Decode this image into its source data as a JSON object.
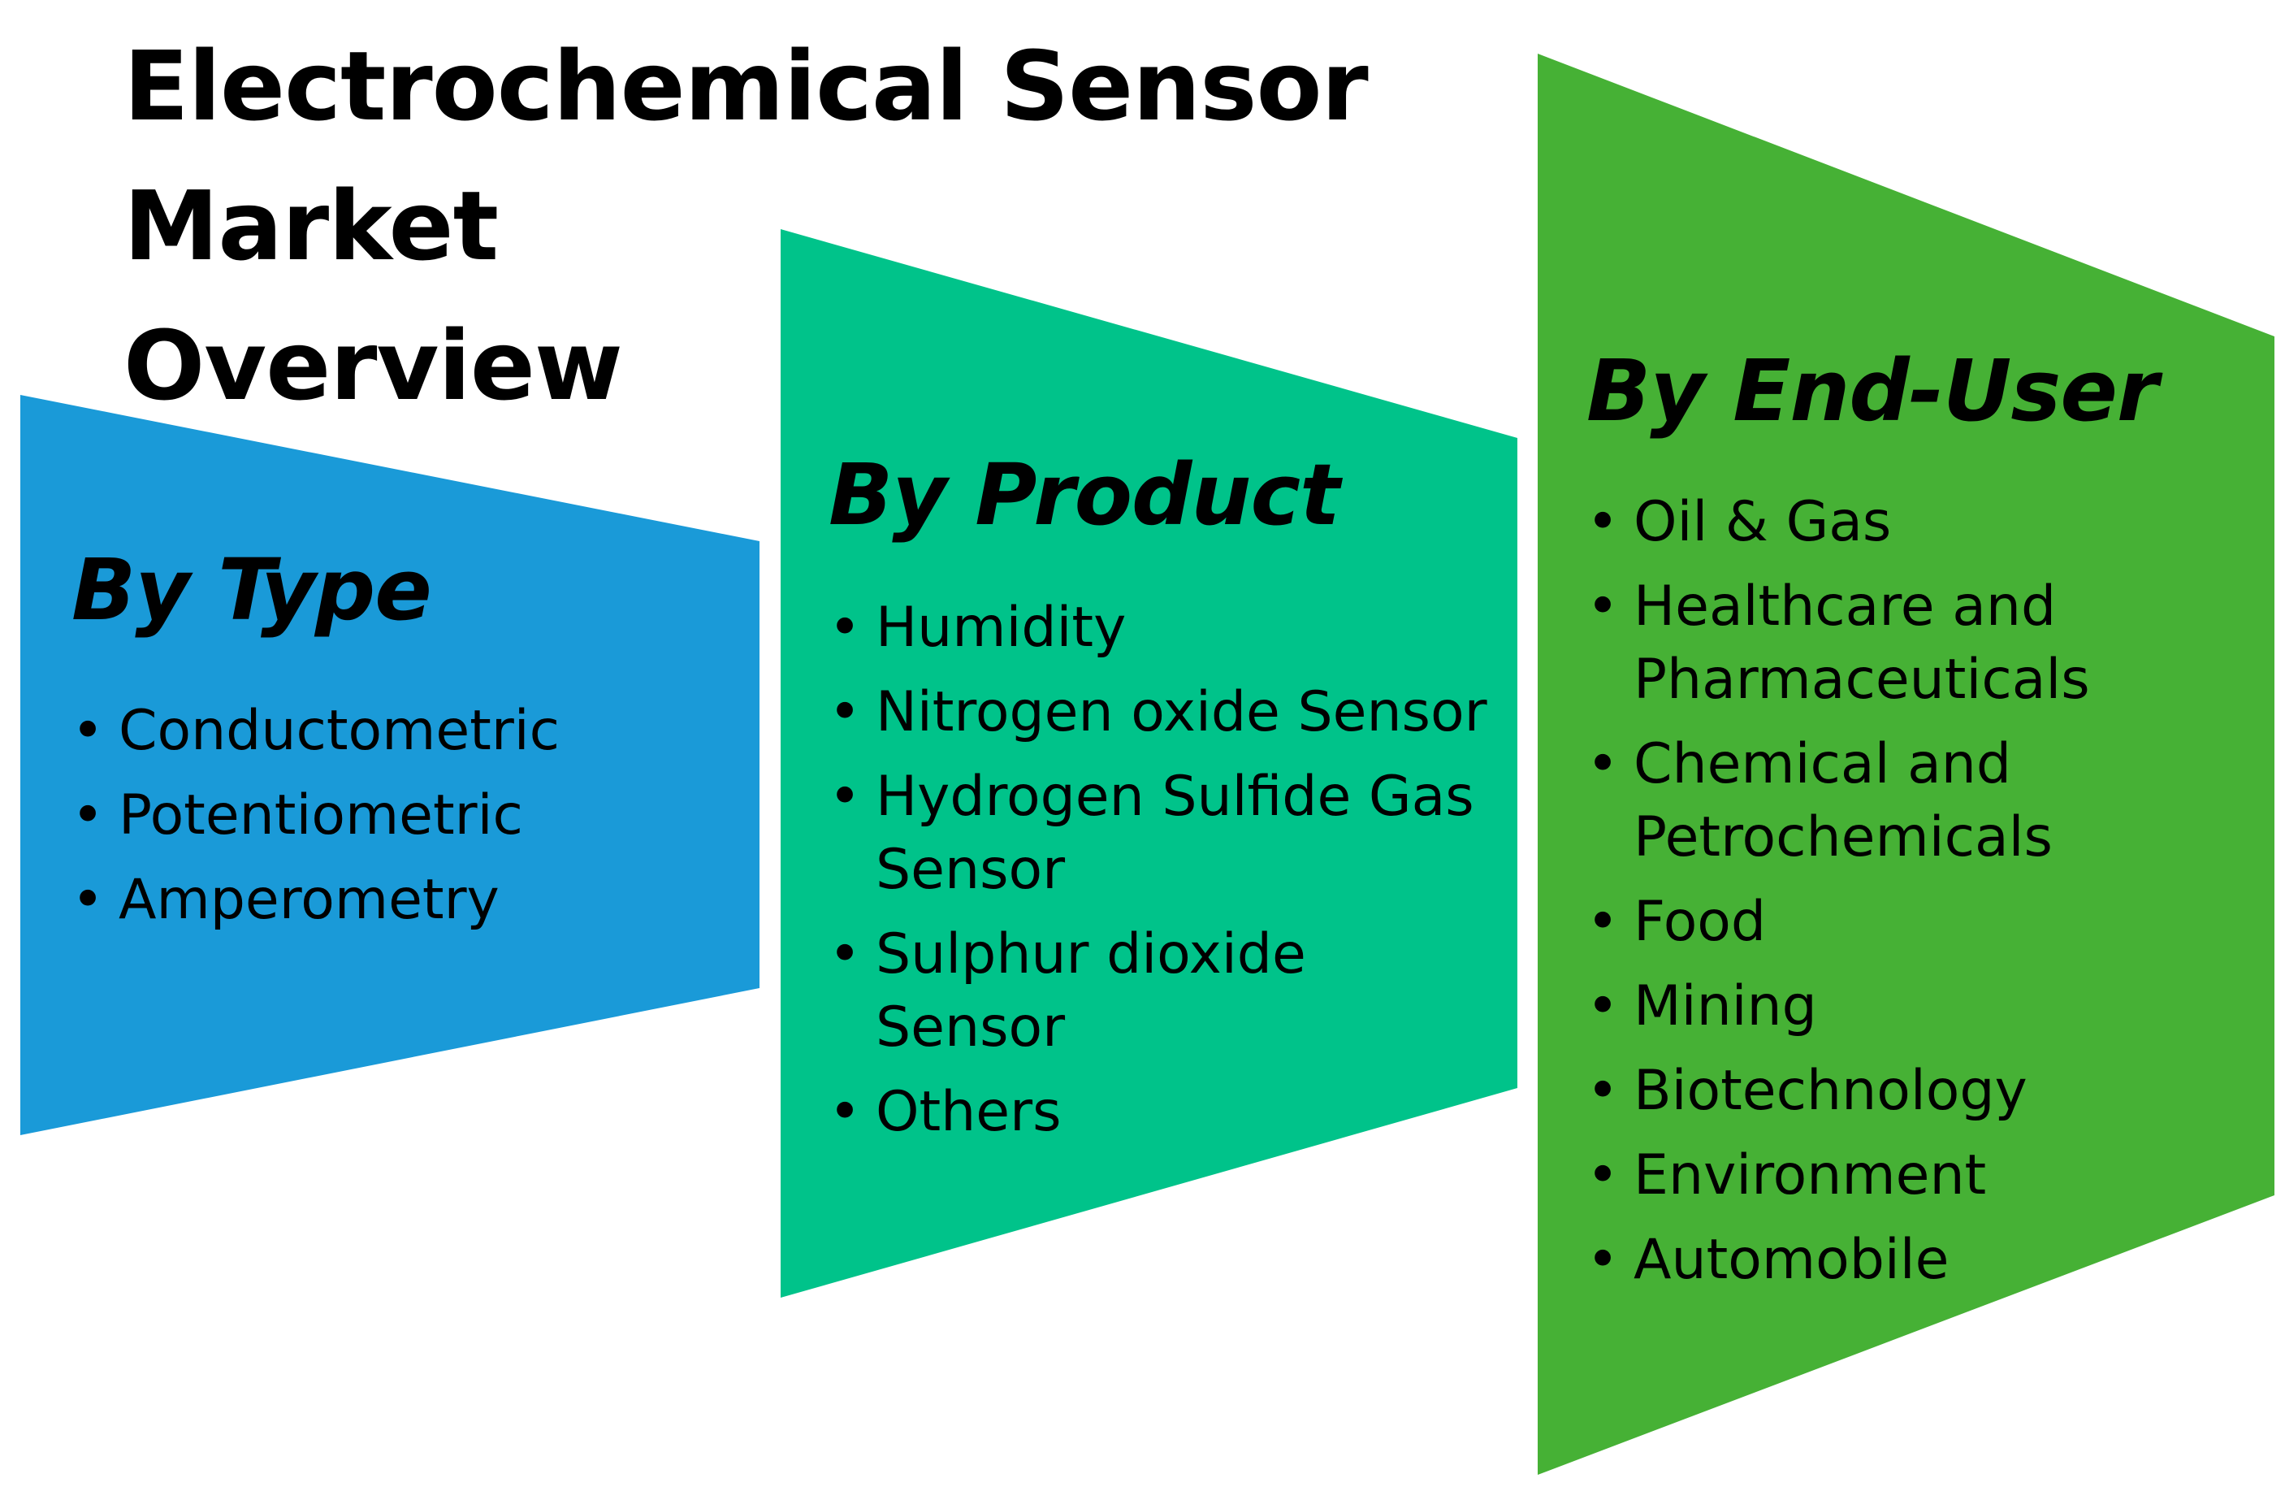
{
  "title_lines": [
    "Electrochemical Sensor",
    "Market",
    "Overview"
  ],
  "colors": {
    "type_panel": "#1a9ad8",
    "product_panel": "#00c38a",
    "enduser_panel": "#46b135",
    "text": "#000000",
    "background": "#ffffff"
  },
  "panels": [
    {
      "heading": "By Type",
      "items": [
        "Conductometric",
        "Potentiometric",
        "Amperometry"
      ]
    },
    {
      "heading": "By Product",
      "items": [
        "Humidity",
        "Nitrogen oxide Sensor",
        "Hydrogen Sulfide Gas\nSensor",
        "Sulphur dioxide\nSensor",
        "Others"
      ]
    },
    {
      "heading": "By End-User",
      "items": [
        "Oil & Gas",
        "Healthcare and\nPharmaceuticals",
        "Chemical and\nPetrochemicals",
        "Food",
        "Mining",
        "Biotechnology",
        "Environment",
        "Automobile"
      ]
    }
  ]
}
